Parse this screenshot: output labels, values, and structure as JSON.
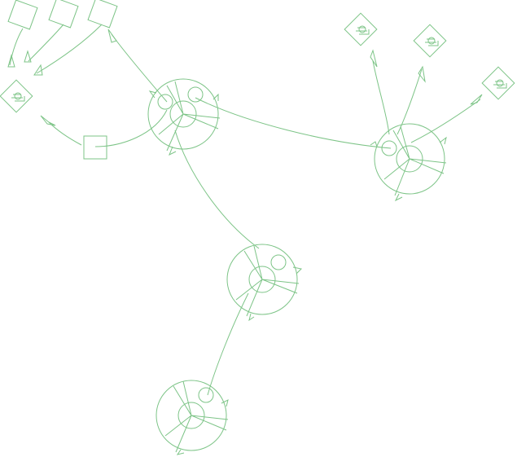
{
  "diagram": {
    "stroke_color": "#7dc487",
    "background": "#ffffff",
    "node_kinds": [
      "cycle-wheel",
      "diamond-tag",
      "square-box",
      "arrow-pin"
    ],
    "labels": []
  }
}
